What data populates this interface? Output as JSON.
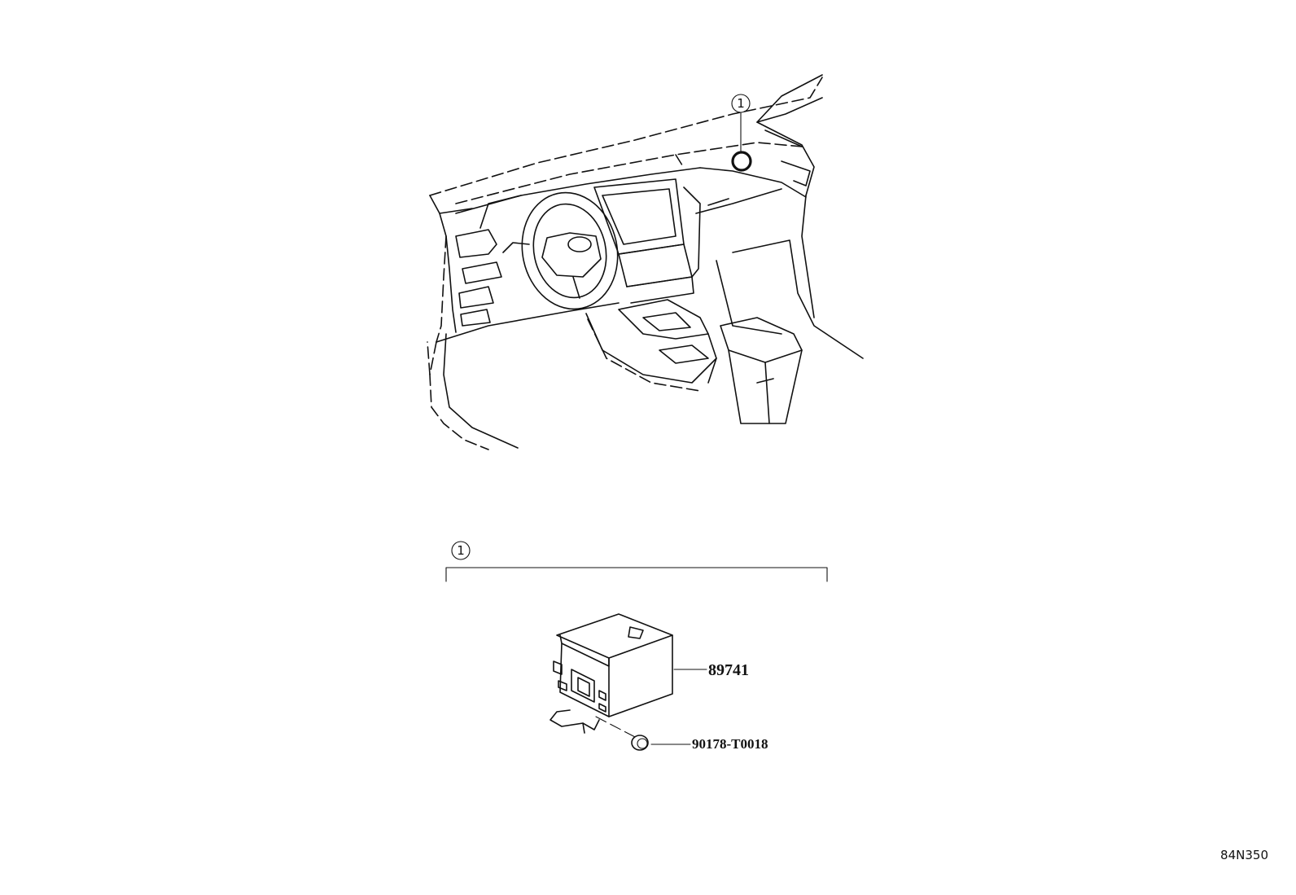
{
  "callouts": [
    {
      "number": "1"
    },
    {
      "number": "1"
    }
  ],
  "parts": {
    "ecu": {
      "number": "89741"
    },
    "clip": {
      "number": "90178-T0018"
    }
  },
  "diagram_code": "84N350"
}
